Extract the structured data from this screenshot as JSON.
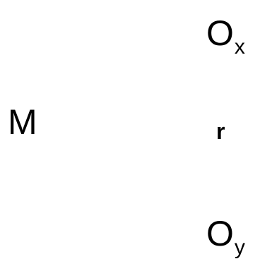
{
  "labels": {
    "ox": {
      "main": "O",
      "sub": "x"
    },
    "m": {
      "main": "M"
    },
    "r": {
      "main": "r"
    },
    "oy": {
      "main": "O",
      "sub": "y"
    }
  },
  "colors": {
    "text": "#000000",
    "background": "#ffffff"
  }
}
